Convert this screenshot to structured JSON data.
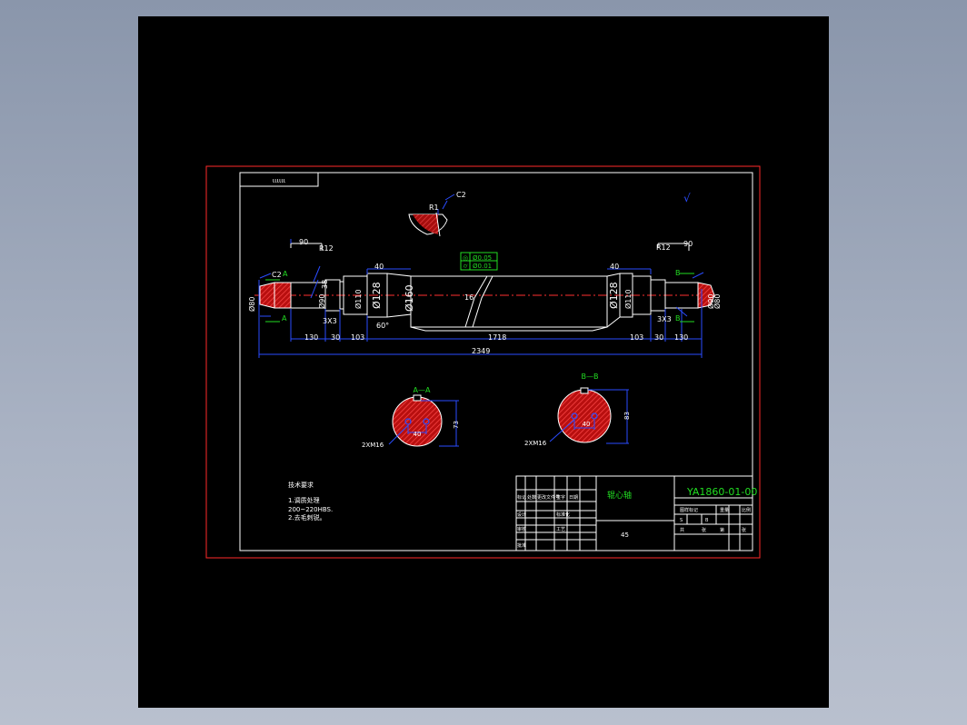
{
  "drawing": {
    "scale_stamp": "ɩɩɩɩɩɩ",
    "chamfer_detail": {
      "radius": "R1",
      "chamfer": "C2"
    },
    "roughness_symbol": "√",
    "tolerance_frame": {
      "row1": {
        "symbol": "◎",
        "value": "Ø0.05"
      },
      "row2": {
        "symbol": "⌭",
        "value": "Ø0.01"
      }
    },
    "dims": {
      "left_90": "90",
      "right_90": "90",
      "left_r12": "R12",
      "right_r12": "R12",
      "c2_left": "C2",
      "section_a": "A",
      "section_b": "B",
      "d80_left": "Ø80",
      "d90": "Ø90",
      "d110_left": "Ø110",
      "d128_left": "Ø128",
      "d160": "Ø160",
      "d128_right": "Ø128",
      "d110_right": "Ø110",
      "d80_right": "Ø80",
      "d90_right": "Ø90",
      "d38": "38",
      "top40_left": "40",
      "top40_right": "40",
      "groove_left": "3X3",
      "groove_right": "3X3",
      "angle": "60°",
      "small_16": "16",
      "seg_130_left": "130",
      "seg_30_left": "30",
      "seg_103_left": "103",
      "seg_1718": "1718",
      "seg_103_right": "103",
      "seg_30_right": "30",
      "seg_130_right": "130",
      "overall": "2349"
    },
    "section_aa": {
      "title": "A—A",
      "hole_spacing": "40",
      "height": "73",
      "thread": "2XM16"
    },
    "section_bb": {
      "title": "B—B",
      "hole_spacing": "40",
      "height": "83",
      "thread": "2XM16"
    },
    "notes": {
      "heading": "技术要求",
      "line1": "1.调质处理",
      "line2": "200~220HBS.",
      "line3": "2.去毛刺锐。"
    },
    "title_block": {
      "part_name": "辊心轴",
      "drawing_no": "YA1860-01-00",
      "material": "45",
      "cells": [
        "标记",
        "处数",
        "更改文件号",
        "签字",
        "日期",
        "设计",
        "标准化",
        "审核",
        "工艺",
        "批准",
        "图样标记",
        "重量",
        "比例",
        "共",
        "张",
        "第",
        "张",
        "S",
        "B"
      ]
    }
  },
  "colors": {
    "frame_red": "#ff2a2a",
    "part_white": "#ffffff",
    "dim_blue": "#2a4cff",
    "label_green": "#22dd22",
    "hatch_red": "#cc1414",
    "center_red": "#ff3030"
  }
}
